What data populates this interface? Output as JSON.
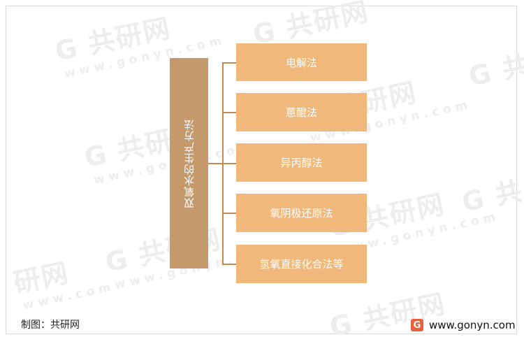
{
  "diagram": {
    "root": "双氧水的生产方法",
    "branches": [
      "电解法",
      "蒽醌法",
      "异丙醇法",
      "氧阴极还原法",
      "氢氧直接化合法等"
    ]
  },
  "footer": {
    "source": "制图：共研网",
    "logo_letter": "G",
    "website": "www.gonyn.com"
  },
  "watermark": {
    "brand": "共研网",
    "domain": "www.gonyn.com"
  },
  "colors": {
    "root_fill": "#c49a6c",
    "branch_fill": "#f0b87a",
    "connector": "#c08a50",
    "logo": "#e8603c"
  }
}
